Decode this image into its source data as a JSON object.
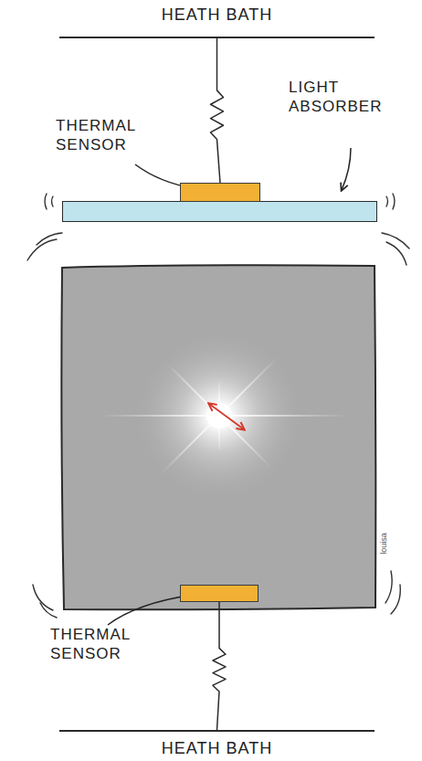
{
  "diagram": {
    "nodes": [
      {
        "text": [
          "HEATH BATH"
        ]
      },
      {
        "text": [
          "THERMAL SENSOR"
        ]
      },
      {
        "text": [
          "LIGHT ABSORBER"
        ]
      },
      {
        "text": [
          "THERMAL SENSOR"
        ]
      },
      {
        "text": [
          "HEATH BATH"
        ]
      }
    ],
    "edges": [
      {
        "from": 0,
        "to": 1,
        "arrow": "none"
      },
      {
        "from": 3,
        "to": 4,
        "arrow": "none"
      }
    ],
    "labels": [
      "louisa"
    ]
  }
}
